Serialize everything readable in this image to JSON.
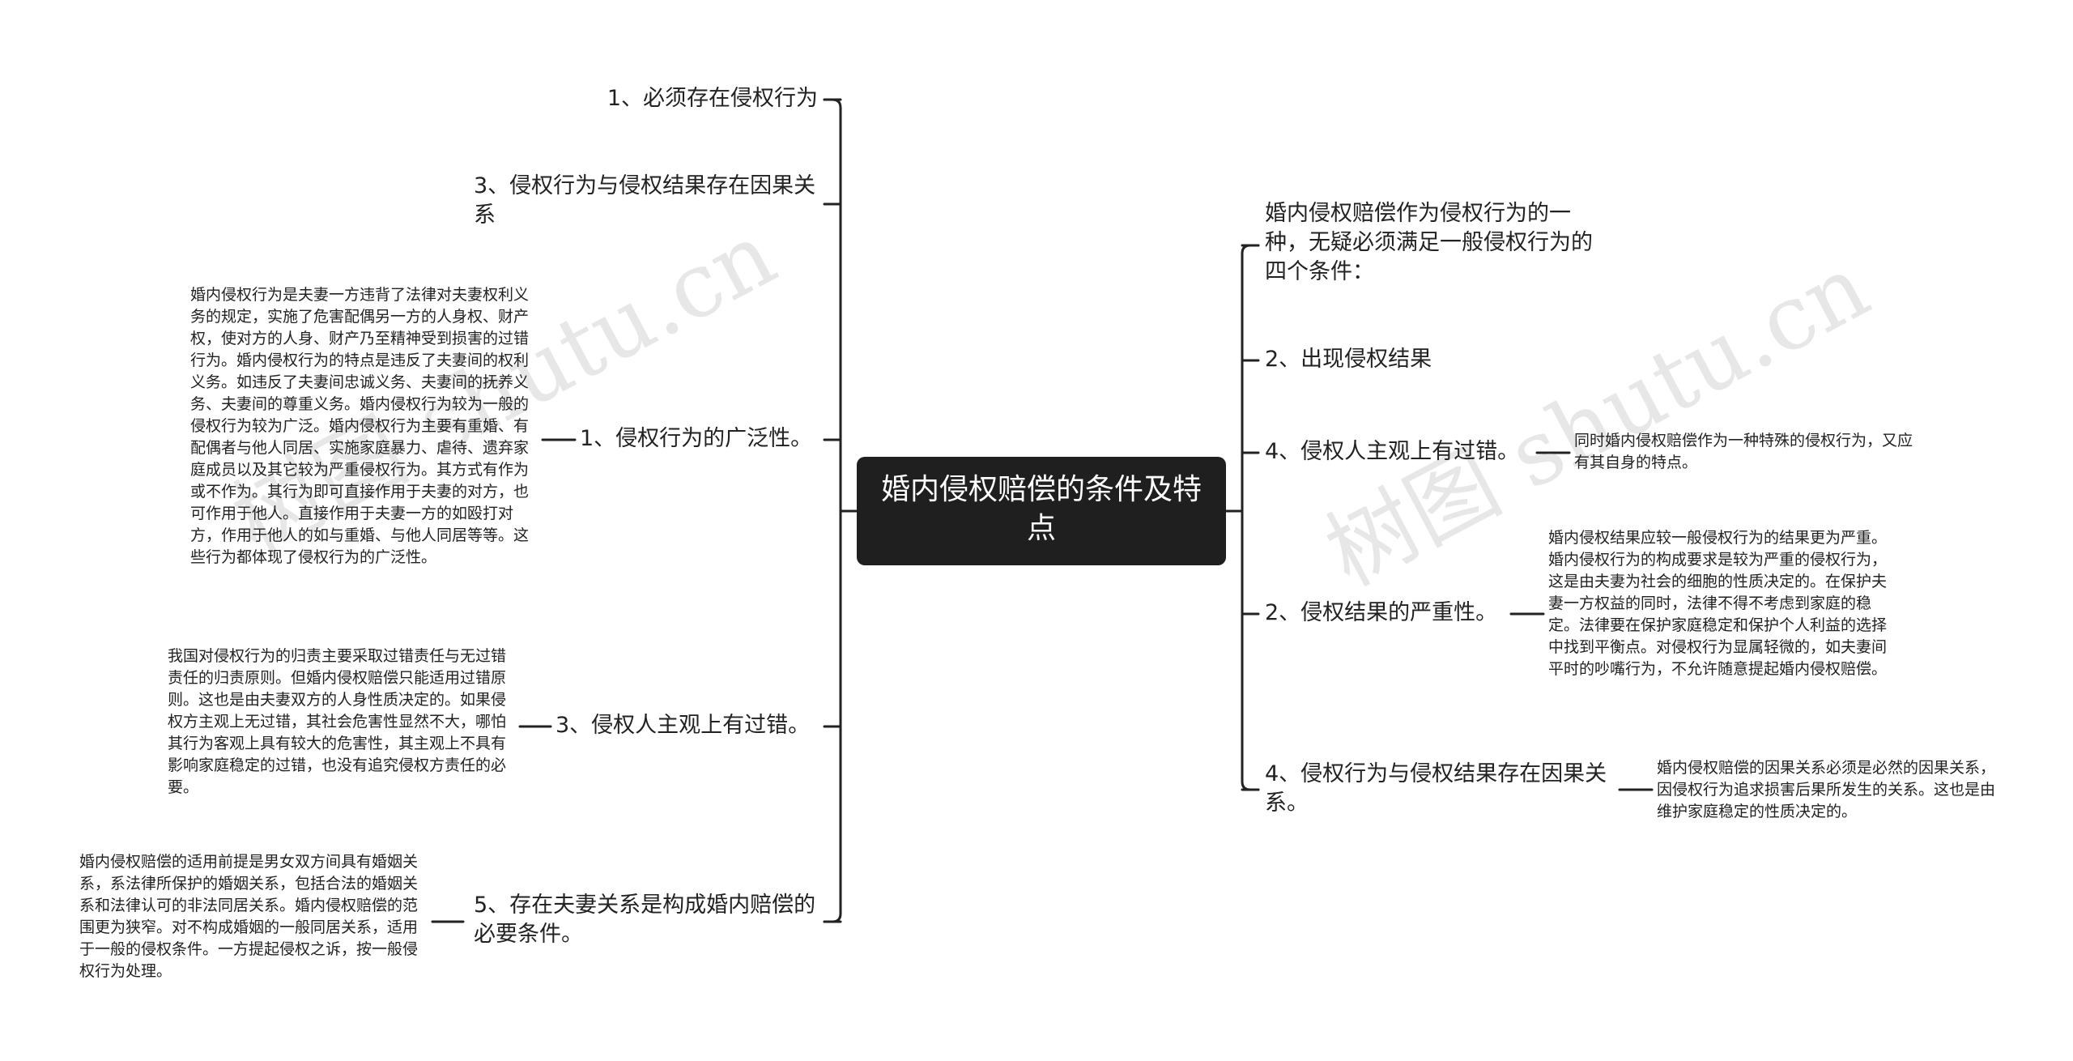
{
  "root": {
    "title": "婚内侵权赔偿的条件及特点"
  },
  "watermark": "树图 shutu.cn",
  "left_branches": [
    {
      "id": "l1",
      "text": "1、必须存在侵权行为",
      "detail": ""
    },
    {
      "id": "l2",
      "text": "3、侵权行为与侵权结果存在因果关系",
      "detail": ""
    },
    {
      "id": "l3",
      "text": "1、侵权行为的广泛性。",
      "detail": "婚内侵权行为是夫妻一方违背了法律对夫妻权利义务的规定，实施了危害配偶另一方的人身权、财产权，使对方的人身、财产乃至精神受到损害的过错行为。婚内侵权行为的特点是违反了夫妻间的权利义务。如违反了夫妻间忠诚义务、夫妻间的抚养义务、夫妻间的尊重义务。婚内侵权行为较为一般的侵权行为较为广泛。婚内侵权行为主要有重婚、有配偶者与他人同居、实施家庭暴力、虐待、遗弃家庭成员以及其它较为严重侵权行为。其方式有作为或不作为。其行为即可直接作用于夫妻的对方，也可作用于他人。直接作用于夫妻一方的如殴打对方，作用于他人的如与重婚、与他人同居等等。这些行为都体现了侵权行为的广泛性。"
    },
    {
      "id": "l4",
      "text": "3、侵权人主观上有过错。",
      "detail": "我国对侵权行为的归责主要采取过错责任与无过错责任的归责原则。但婚内侵权赔偿只能适用过错原则。这也是由夫妻双方的人身性质决定的。如果侵权方主观上无过错，其社会危害性显然不大，哪怕其行为客观上具有较大的危害性，其主观上不具有影响家庭稳定的过错，也没有追究侵权方责任的必要。"
    },
    {
      "id": "l5",
      "text": "5、存在夫妻关系是构成婚内赔偿的必要条件。",
      "detail": "婚内侵权赔偿的适用前提是男女双方间具有婚姻关系，系法律所保护的婚姻关系，包括合法的婚姻关系和法律认可的非法同居关系。婚内侵权赔偿的范围更为狭窄。对不构成婚姻的一般同居关系，适用于一般的侵权条件。一方提起侵权之诉，按一般侵权行为处理。"
    }
  ],
  "right_branches": [
    {
      "id": "r1",
      "text": "婚内侵权赔偿作为侵权行为的一种，无疑必须满足一般侵权行为的四个条件：",
      "detail": ""
    },
    {
      "id": "r2",
      "text": "2、出现侵权结果",
      "detail": ""
    },
    {
      "id": "r3",
      "text": "4、侵权人主观上有过错。",
      "detail": "同时婚内侵权赔偿作为一种特殊的侵权行为，又应有其自身的特点。"
    },
    {
      "id": "r4",
      "text": "2、侵权结果的严重性。",
      "detail": "婚内侵权结果应较一般侵权行为的结果更为严重。婚内侵权行为的构成要求是较为严重的侵权行为，这是由夫妻为社会的细胞的性质决定的。在保护夫妻一方权益的同时，法律不得不考虑到家庭的稳定。法律要在保护家庭稳定和保护个人利益的选择中找到平衡点。对侵权行为显属轻微的，如夫妻间平时的吵嘴行为，不允许随意提起婚内侵权赔偿。"
    },
    {
      "id": "r5",
      "text": "4、侵权行为与侵权结果存在因果关系。",
      "detail": "婚内侵权赔偿的因果关系必须是必然的因果关系，因侵权行为追求损害后果所发生的关系。这也是由维护家庭稳定的性质决定的。"
    }
  ],
  "colors": {
    "root_bg": "#1f1f1f",
    "root_text": "#ffffff",
    "line": "#222222",
    "text": "#222222"
  }
}
